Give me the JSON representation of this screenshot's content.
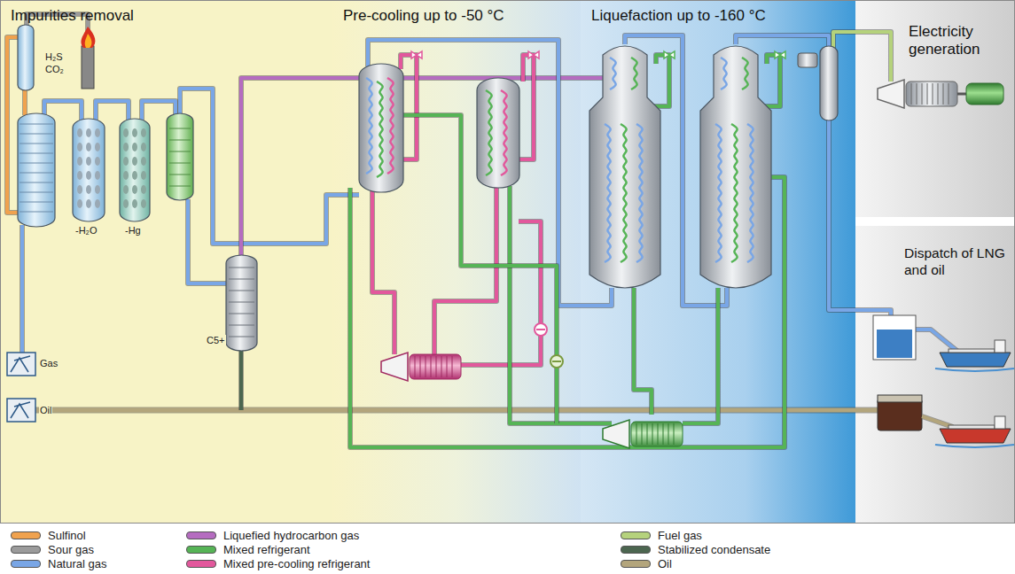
{
  "diagram": {
    "nodes": [
      {
        "text": [
          "Impurities removal"
        ]
      },
      {
        "text": [
          "Pre-cooling up to -50 °C"
        ]
      },
      {
        "text": [
          "Liquefaction up to -160 °C"
        ]
      },
      {
        "text": [
          "Electricity generation"
        ]
      },
      {
        "text": [
          "Dispatch of LNG and oil"
        ]
      }
    ],
    "labels": [
      "H₂S",
      "CO₂",
      "-H₂O",
      "-Hg",
      "C5+",
      "Gas",
      "Oil"
    ],
    "legend": [
      {
        "text": "Sulfinol",
        "color": "#f0a24e"
      },
      {
        "text": "Sour gas",
        "color": "#9b9b9b"
      },
      {
        "text": "Natural gas",
        "color": "#79a6e6"
      },
      {
        "text": "Liquefied hydrocarbon gas",
        "color": "#b56cc0"
      },
      {
        "text": "Mixed refrigerant",
        "color": "#56b456"
      },
      {
        "text": "Mixed pre-cooling refrigerant",
        "color": "#e2589c"
      },
      {
        "text": "Fuel gas",
        "color": "#b5d27c"
      },
      {
        "text": "Stabilized condensate",
        "color": "#4c6650"
      },
      {
        "text": "Oil",
        "color": "#b3a57c"
      }
    ]
  }
}
